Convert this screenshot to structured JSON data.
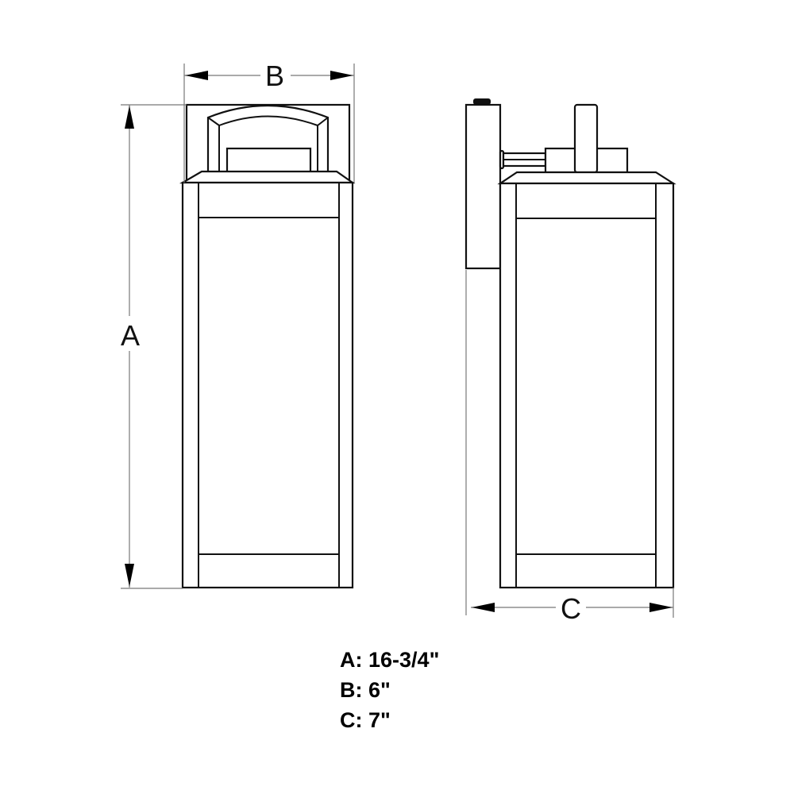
{
  "labels": {
    "a": "A",
    "b": "B",
    "c": "C"
  },
  "dimensions": [
    {
      "key": "A:",
      "value": "16-3/4\""
    },
    {
      "key": "B:",
      "value": "6\""
    },
    {
      "key": "C:",
      "value": "7\""
    }
  ]
}
